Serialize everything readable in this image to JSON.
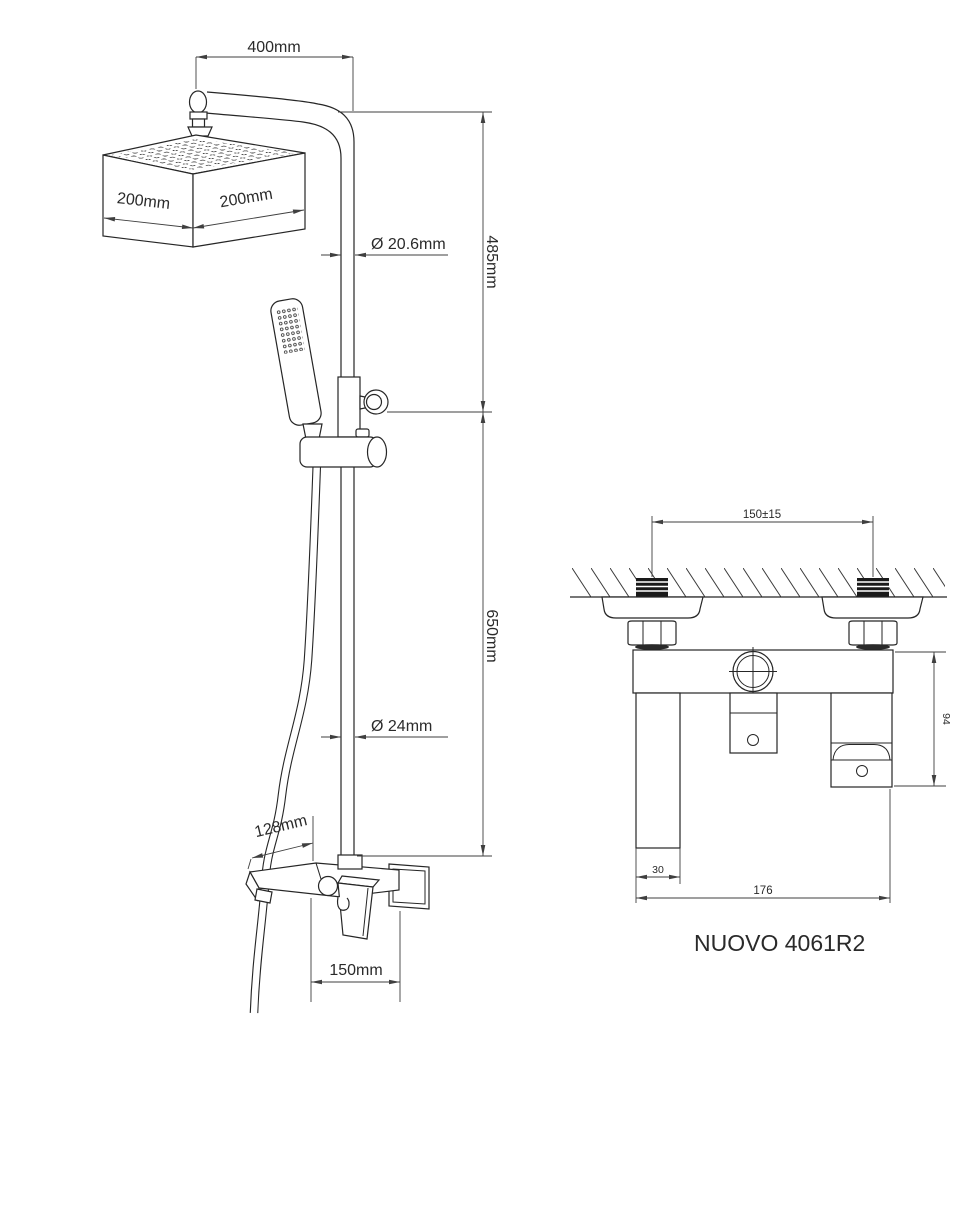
{
  "model_label": "NUOVO 4061R2",
  "colors": {
    "background": "#ffffff",
    "part_line": "#262626",
    "dimension_line": "#3f3f3f",
    "text": "#2a2a2a",
    "inlet_thread_fill": "#1a1a1a"
  },
  "shower_column": {
    "dimensions": {
      "arm_length": "400mm",
      "head_side_left": "200mm",
      "head_side_right": "200mm",
      "upper_pipe_diameter": "Ø 20.6mm",
      "upper_column_height": "485mm",
      "lower_column_height": "650mm",
      "lower_pipe_diameter": "Ø 24mm",
      "spout_length": "128mm",
      "spout_projection": "150mm"
    }
  },
  "installation_view": {
    "dimensions": {
      "inlet_spacing": "150±15",
      "spout_width": "30",
      "overall_width": "176",
      "overall_height": "94"
    }
  }
}
